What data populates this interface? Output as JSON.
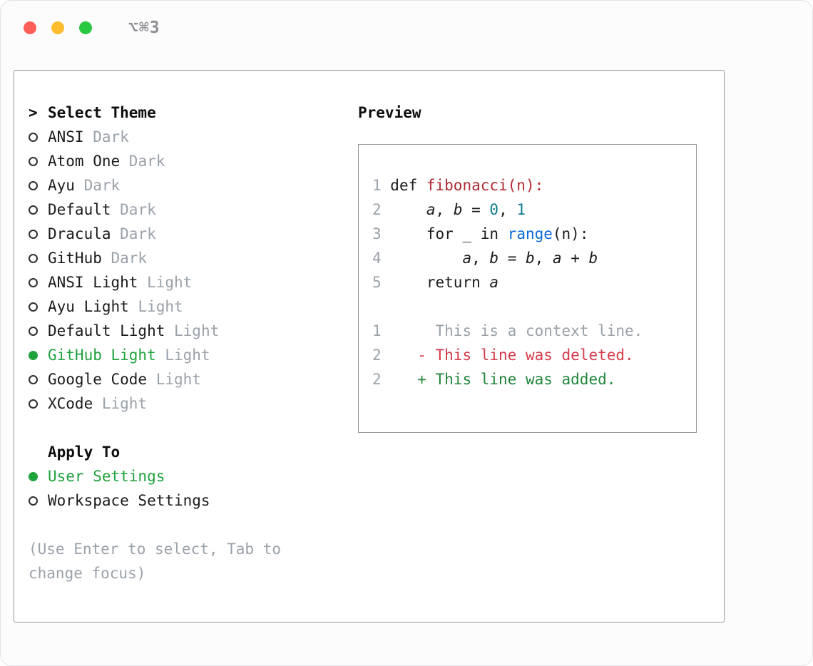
{
  "window": {
    "shortcut": "⌥⌘3",
    "traffic_lights": {
      "close": "#ff5f57",
      "minimize": "#febc2e",
      "zoom": "#28c840"
    }
  },
  "colors": {
    "selection_green": "#1fa23c",
    "added_green": "#22863a",
    "deleted_red": "#d73a49",
    "function_red": "#b02a30",
    "number_teal": "#0d7d8c",
    "builtin_blue": "#0969da",
    "muted_gray": "#9aa1a9"
  },
  "theme_selector": {
    "marker": ">",
    "title": "Select Theme",
    "items": [
      {
        "name": "ANSI",
        "variant": "Dark",
        "selected": false
      },
      {
        "name": "Atom One",
        "variant": "Dark",
        "selected": false
      },
      {
        "name": "Ayu",
        "variant": "Dark",
        "selected": false
      },
      {
        "name": "Default",
        "variant": "Dark",
        "selected": false
      },
      {
        "name": "Dracula",
        "variant": "Dark",
        "selected": false
      },
      {
        "name": "GitHub",
        "variant": "Dark",
        "selected": false
      },
      {
        "name": "ANSI Light",
        "variant": "Light",
        "selected": false
      },
      {
        "name": "Ayu Light",
        "variant": "Light",
        "selected": false
      },
      {
        "name": "Default Light",
        "variant": "Light",
        "selected": false
      },
      {
        "name": "GitHub Light",
        "variant": "Light",
        "selected": true
      },
      {
        "name": "Google Code",
        "variant": "Light",
        "selected": false
      },
      {
        "name": "XCode",
        "variant": "Light",
        "selected": false
      }
    ]
  },
  "apply_to": {
    "title": "Apply To",
    "options": [
      {
        "label": "User Settings",
        "selected": true
      },
      {
        "label": "Workspace Settings",
        "selected": false
      }
    ]
  },
  "hint": "(Use Enter to select, Tab to change focus)",
  "preview": {
    "title": "Preview",
    "code_lines": [
      {
        "num": "1",
        "tokens": [
          {
            "text": "def ",
            "style": "plain"
          },
          {
            "text": "fibonacci(n):",
            "style": "func"
          }
        ]
      },
      {
        "num": "2",
        "tokens": [
          {
            "text": "    ",
            "style": "plain"
          },
          {
            "text": "a",
            "style": "var"
          },
          {
            "text": ", ",
            "style": "plain"
          },
          {
            "text": "b",
            "style": "var"
          },
          {
            "text": " = ",
            "style": "plain"
          },
          {
            "text": "0",
            "style": "num"
          },
          {
            "text": ", ",
            "style": "plain"
          },
          {
            "text": "1",
            "style": "num"
          }
        ]
      },
      {
        "num": "3",
        "tokens": [
          {
            "text": "    for _ in ",
            "style": "plain"
          },
          {
            "text": "range",
            "style": "builtin"
          },
          {
            "text": "(n):",
            "style": "plain"
          }
        ]
      },
      {
        "num": "4",
        "tokens": [
          {
            "text": "        ",
            "style": "plain"
          },
          {
            "text": "a",
            "style": "var"
          },
          {
            "text": ", ",
            "style": "plain"
          },
          {
            "text": "b",
            "style": "var"
          },
          {
            "text": " = ",
            "style": "plain"
          },
          {
            "text": "b",
            "style": "var"
          },
          {
            "text": ", ",
            "style": "plain"
          },
          {
            "text": "a",
            "style": "var"
          },
          {
            "text": " + ",
            "style": "plain"
          },
          {
            "text": "b",
            "style": "var"
          }
        ]
      },
      {
        "num": "5",
        "tokens": [
          {
            "text": "    return ",
            "style": "plain"
          },
          {
            "text": "a",
            "style": "var"
          }
        ]
      }
    ],
    "diff_lines": [
      {
        "num": "1",
        "text": "     This is a context line.",
        "type": "context"
      },
      {
        "num": "2",
        "text": "   - This line was deleted.",
        "type": "deleted"
      },
      {
        "num": "2",
        "text": "   + This line was added.",
        "type": "added"
      }
    ]
  }
}
